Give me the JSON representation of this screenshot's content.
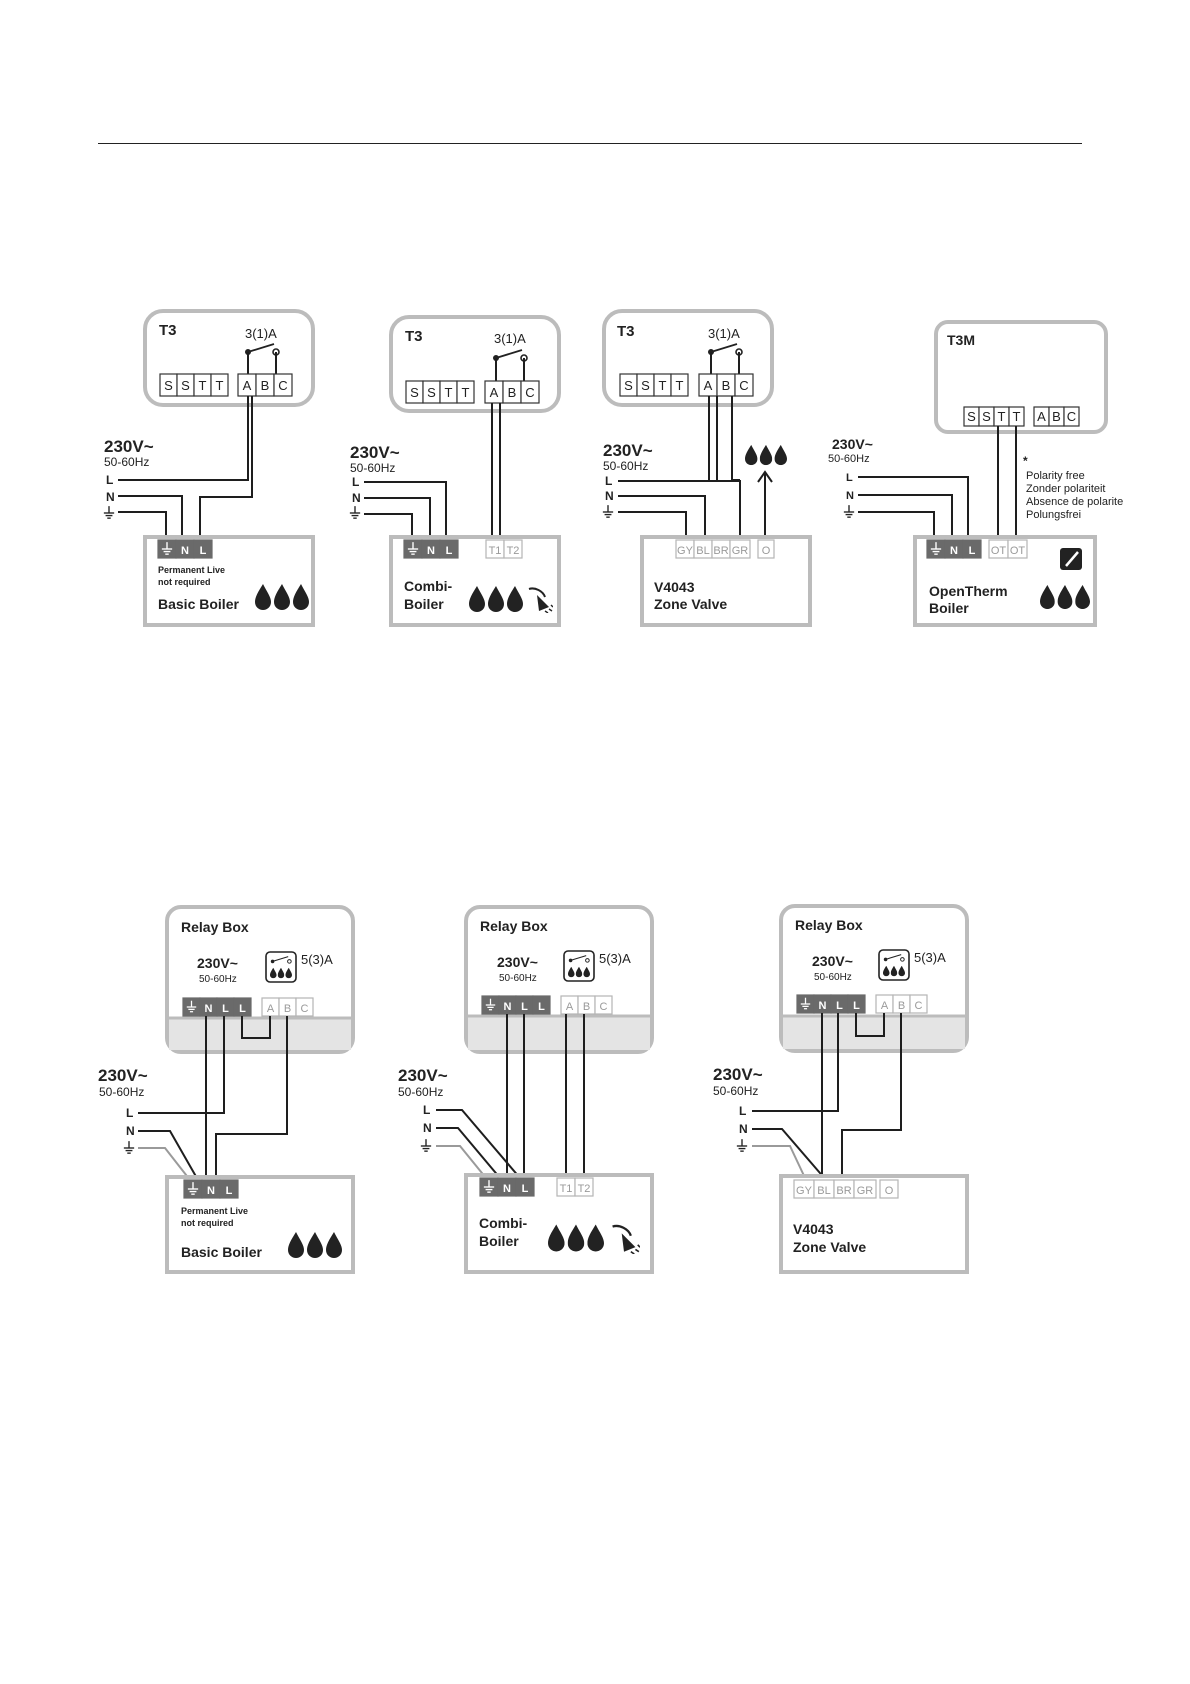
{
  "labels": {
    "t3": "T3",
    "t3m": "T3M",
    "relay_box": "Relay Box",
    "rating_t3": "3(1)A",
    "rating_relay": "5(3)A",
    "voltage": "230V~",
    "freq": "50-60Hz",
    "L": "L",
    "N": "N",
    "perm_live_1": "Permanent Live",
    "perm_live_2": "not required",
    "basic_boiler": "Basic Boiler",
    "combi_1": "Combi-",
    "combi_2": "Boiler",
    "v4043": "V4043",
    "zone_valve": "Zone Valve",
    "opentherm_1": "OpenTherm",
    "opentherm_2": "Boiler",
    "polarity_star": "*",
    "polarity_1": "Polarity free",
    "polarity_2": "Zonder polariteit",
    "polarity_3": "Absence de polarite",
    "polarity_4": "Polungsfrei"
  },
  "terminals": {
    "S": "S",
    "T": "T",
    "A": "A",
    "B": "B",
    "C": "C",
    "N": "N",
    "L": "L",
    "T1": "T1",
    "T2": "T2",
    "GY": "GY",
    "BL": "BL",
    "BR": "BR",
    "GR": "GR",
    "O": "O",
    "OT": "OT"
  }
}
